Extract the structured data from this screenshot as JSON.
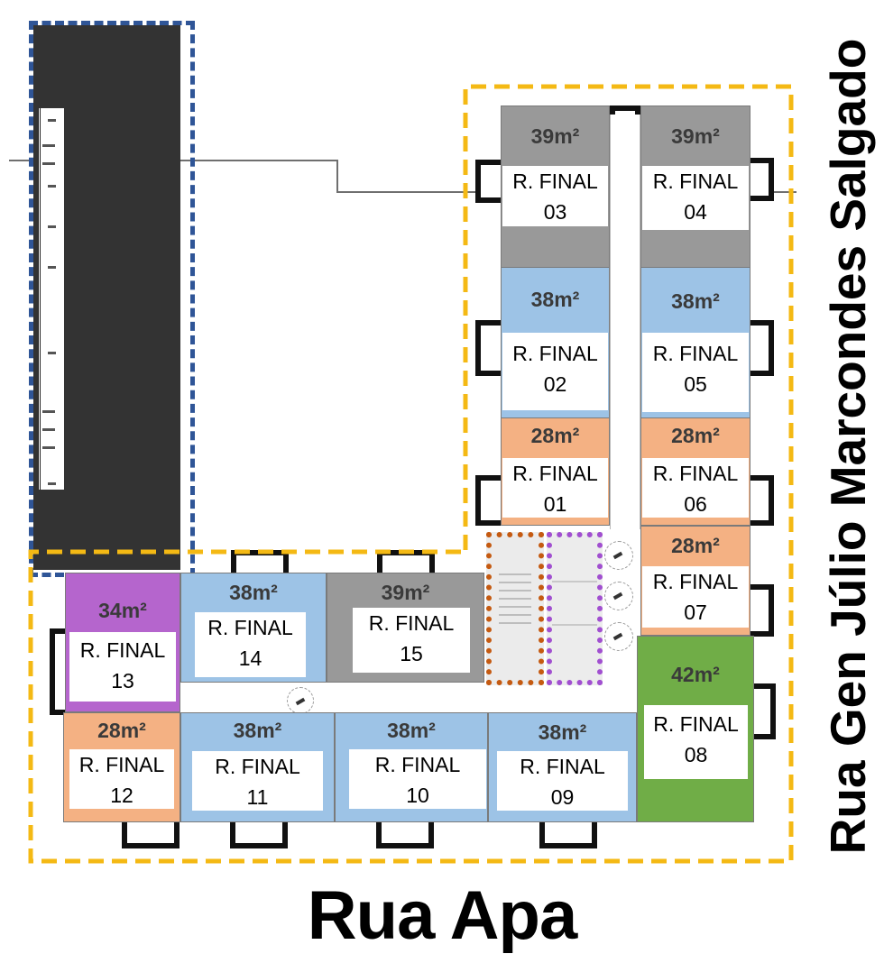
{
  "plan": {
    "title": "Floor plan - final units",
    "streets": {
      "bottom": "Rua Apa",
      "right": "Rua Gen Júlio Marcondes Salgado"
    },
    "legend_colors": {
      "gray": "#999999",
      "blue": "#9dc3e6",
      "salmon": "#f4b183",
      "purple": "#b565cd",
      "green": "#70ad47",
      "boundary_yellow": "#f4b914",
      "boundary_blue": "#2f5597",
      "stair_outline": "#c55a11",
      "elevator_outline": "#a14fd0",
      "existing_building": "#333333"
    },
    "units": [
      {
        "id": "03",
        "area": "39m²",
        "label_line1": "R. FINAL",
        "label_line2": "03",
        "color": "gray"
      },
      {
        "id": "04",
        "area": "39m²",
        "label_line1": "R. FINAL",
        "label_line2": "04",
        "color": "gray"
      },
      {
        "id": "02",
        "area": "38m²",
        "label_line1": "R. FINAL",
        "label_line2": "02",
        "color": "blue"
      },
      {
        "id": "05",
        "area": "38m²",
        "label_line1": "R. FINAL",
        "label_line2": "05",
        "color": "blue"
      },
      {
        "id": "01",
        "area": "28m²",
        "label_line1": "R. FINAL",
        "label_line2": "01",
        "color": "salmon"
      },
      {
        "id": "06",
        "area": "28m²",
        "label_line1": "R. FINAL",
        "label_line2": "06",
        "color": "salmon"
      },
      {
        "id": "07",
        "area": "28m²",
        "label_line1": "R. FINAL",
        "label_line2": "07",
        "color": "salmon"
      },
      {
        "id": "08",
        "area": "42m²",
        "label_line1": "R. FINAL",
        "label_line2": "08",
        "color": "green"
      },
      {
        "id": "09",
        "area": "38m²",
        "label_line1": "R. FINAL",
        "label_line2": "09",
        "color": "blue"
      },
      {
        "id": "10",
        "area": "38m²",
        "label_line1": "R. FINAL",
        "label_line2": "10",
        "color": "blue"
      },
      {
        "id": "11",
        "area": "38m²",
        "label_line1": "R. FINAL",
        "label_line2": "11",
        "color": "blue"
      },
      {
        "id": "12",
        "area": "28m²",
        "label_line1": "R. FINAL",
        "label_line2": "12",
        "color": "salmon"
      },
      {
        "id": "13",
        "area": "34m²",
        "label_line1": "R. FINAL",
        "label_line2": "13",
        "color": "purple"
      },
      {
        "id": "14",
        "area": "38m²",
        "label_line1": "R. FINAL",
        "label_line2": "14",
        "color": "blue"
      },
      {
        "id": "15",
        "area": "39m²",
        "label_line1": "R. FINAL",
        "label_line2": "15",
        "color": "gray"
      }
    ]
  }
}
